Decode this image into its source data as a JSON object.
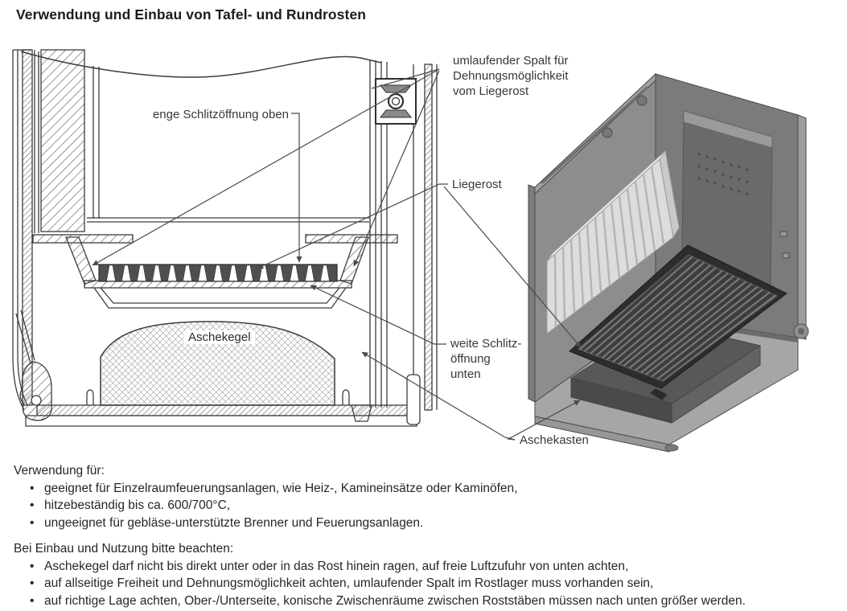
{
  "page": {
    "title": "Verwendung und Einbau von Tafel- und Rundrosten"
  },
  "diagram": {
    "labels": {
      "slot_top": "enge Schlitzöffnung oben",
      "surrounding_gap": "umlaufender Spalt für\nDehnungsmöglichkeit\nvom Liegerost",
      "liegerost": "Liegerost",
      "slot_bottom": "weite Schlitz-\nöffnung\nunten",
      "aschekasten": "Aschekasten",
      "aschekegel": "Aschekegel"
    }
  },
  "usage": {
    "heading": "Verwendung für:",
    "items": [
      "geeignet für Einzelraumfeuerungsanlagen, wie Heiz-, Kamineinsätze oder Kaminöfen,",
      "hitzebeständig bis ca. 600/700°C,",
      "ungeeignet für gebläse-unterstützte Brenner und Feuerungsanlagen."
    ]
  },
  "installation": {
    "heading": "Bei Einbau und Nutzung bitte beachten:",
    "items": [
      "Aschekegel darf nicht bis direkt unter oder in das Rost hinein ragen, auf freie Luftzufuhr von unten achten,",
      "auf allseitige Freiheit und Dehnungsmöglichkeit achten, umlaufender Spalt im Rostlager muss vorhanden sein,",
      "auf richtige Lage achten, Ober-/Unterseite, konische Zwischenräume zwischen Roststäben müssen nach unten größer werden."
    ]
  },
  "colors": {
    "title_text": "#1c1c1f",
    "body_text": "#26262b",
    "label_text": "#37373e",
    "line_art": "#3c3c3c",
    "grate_dark": "#4f4f4f",
    "render_grate": "#2d2d2d",
    "render_wall": "#8d8d8d"
  }
}
